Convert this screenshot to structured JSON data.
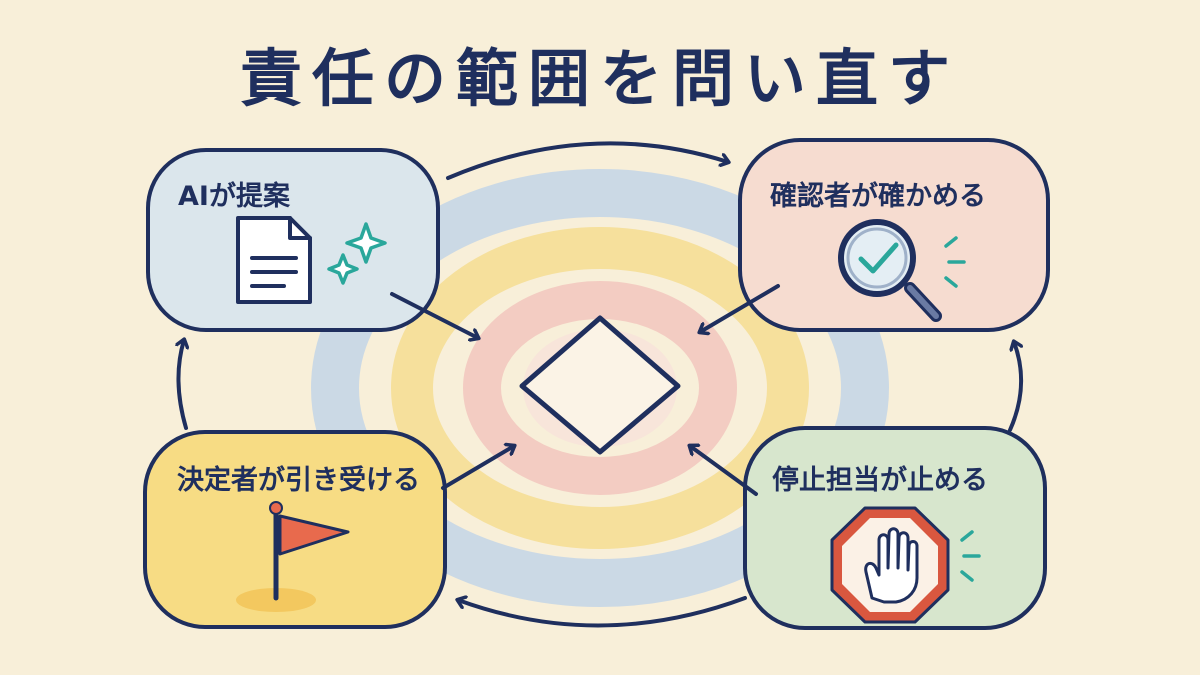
{
  "title": "責任の範囲を問い直す",
  "cards": {
    "ai_proposal": {
      "label": "AIが提案",
      "icon": "document-icon",
      "accent": "sparkle-icon",
      "color": "#dde8ec"
    },
    "reviewer": {
      "label": "確認者が確かめる",
      "icon": "magnifier-check-icon",
      "color": "#f6ddd2"
    },
    "decider": {
      "label": "決定者が引き受ける",
      "icon": "flag-icon",
      "color": "#f7dc84"
    },
    "stopper": {
      "label": "停止担当が止める",
      "icon": "stop-hand-icon",
      "color": "#d6e6cc"
    }
  },
  "center": {
    "icon": "diamond-icon"
  },
  "colors": {
    "ink": "#1f2f5e",
    "background": "#f8efd9",
    "ring_blue": "#b9d0e6",
    "ring_yellow": "#f5dc8c",
    "ring_pink": "#f2c7bf",
    "accent_teal": "#2aa79b",
    "accent_red": "#d9573f"
  }
}
